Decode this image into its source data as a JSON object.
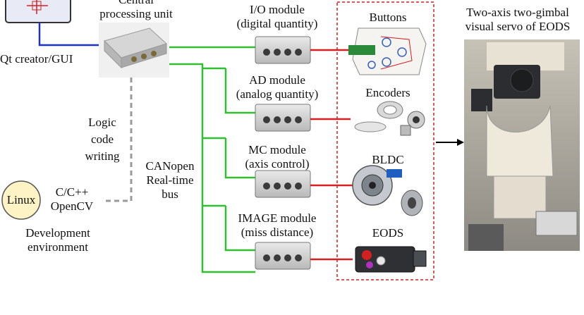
{
  "cpu": {
    "label_line1": "Central",
    "label_line2": "processing unit"
  },
  "gui": {
    "label": "Qt creator/GUI"
  },
  "logic": {
    "line1": "Logic",
    "line2": "code",
    "line3": "writing"
  },
  "linux": {
    "label": "Linux"
  },
  "cpp": {
    "line1": "C/C++",
    "line2": "OpenCV"
  },
  "devenv": {
    "line1": "Development",
    "line2": "environment"
  },
  "canopen": {
    "line1": "CANopen",
    "line2": "Real-time",
    "line3": "bus"
  },
  "modules": [
    {
      "line1": "I/O module",
      "line2": "(digital quantity)"
    },
    {
      "line1": "AD module",
      "line2": "(analog quantity)"
    },
    {
      "line1": "MC module",
      "line2": "(axis control)"
    },
    {
      "line1": "IMAGE module",
      "line2": "(miss distance)"
    }
  ],
  "devices": [
    {
      "label": "Buttons"
    },
    {
      "label": "Encoders"
    },
    {
      "label": "BLDC"
    },
    {
      "label": "EODS"
    }
  ],
  "servo": {
    "line1": "Two-axis two-gimbal",
    "line2": "visual servo of EODS"
  },
  "colors": {
    "green_line": "#2fbf2f",
    "blue_line": "#1a33cc",
    "red_line": "#d42020",
    "dashed_gray": "#9a9a9a",
    "dashed_box": "#d42020",
    "linux_fill": "#fdf3c4"
  }
}
